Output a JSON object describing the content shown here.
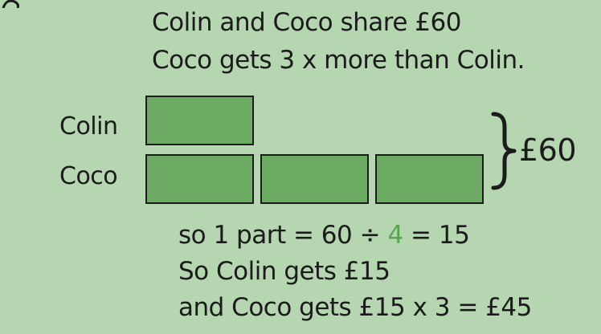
{
  "problem": {
    "line1": "Colin and Coco share £60",
    "line2": "Coco gets 3 x more than Colin."
  },
  "bar_model": {
    "rows": [
      {
        "label": "Colin",
        "parts": 1
      },
      {
        "label": "Coco",
        "parts": 3
      }
    ],
    "total_label": "£60",
    "bar_color": "#6daa63",
    "bar_border_color": "#1b1b1b"
  },
  "solution": {
    "line1_pre": "so 1 part = 60 ÷ ",
    "line1_highlight": "4",
    "line1_post": " = 15",
    "line2": "So Colin gets £15",
    "line3": "and Coco gets £15 x 3 = £45",
    "highlight_color": "#5aa650"
  },
  "colors": {
    "background": "#b5d6b0",
    "text": "#1b1b1b"
  }
}
